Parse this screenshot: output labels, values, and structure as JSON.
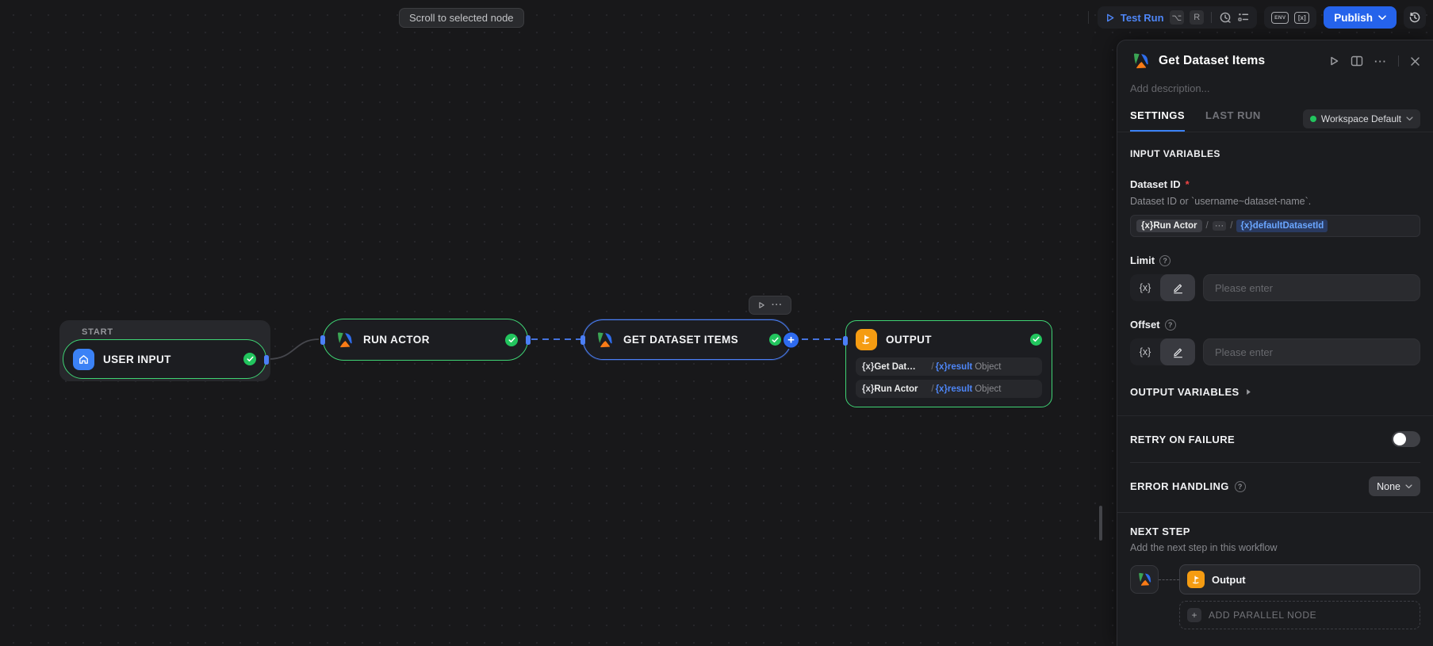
{
  "colors": {
    "accent_blue": "#3b82f6",
    "selected_blue": "#4b7ff7",
    "green": "#22c55e",
    "orange": "#f59c12",
    "publish_blue": "#2563eb"
  },
  "topbar": {
    "scroll_button": "Scroll to selected node",
    "test_run": {
      "label": "Test Run",
      "key1": "⌥",
      "key2": "R"
    },
    "publish_label": "Publish",
    "icons": {
      "run": "play",
      "schedule": "stopwatch",
      "steps": "checklist",
      "env": "ENV",
      "variables": "[x]",
      "history": "restore-clock"
    }
  },
  "canvas": {
    "start_label": "START",
    "nodes": {
      "user_input": {
        "title": "USER INPUT"
      },
      "run_actor": {
        "title": "RUN ACTOR"
      },
      "get_dataset": {
        "title": "GET DATASET ITEMS"
      },
      "output": {
        "title": "OUTPUT",
        "rows": [
          {
            "prefix": "{x}",
            "name": "Get Dat…",
            "sep": "/",
            "var": "{x}result",
            "type": "Object"
          },
          {
            "prefix": "{x}",
            "name": "Run Actor",
            "sep": "/",
            "var": "{x}result",
            "type": "Object"
          }
        ]
      }
    },
    "toolbar_dots": "···",
    "plus": "+"
  },
  "panel": {
    "title": "Get Dataset Items",
    "description_placeholder": "Add description...",
    "tabs": {
      "settings": "SETTINGS",
      "last_run": "LAST RUN"
    },
    "workspace": "Workspace Default",
    "input_variables": {
      "heading": "INPUT VARIABLES",
      "dataset_id": {
        "label": "Dataset ID",
        "required": "*",
        "hint": "Dataset ID or `username~dataset-name`.",
        "tokens": {
          "source": "{x}Run Actor",
          "sep1": "/",
          "ellipsis": "···",
          "sep2": "/",
          "variable": "{x}defaultDatasetId"
        }
      },
      "limit": {
        "label": "Limit",
        "fx": "{x}",
        "placeholder": "Please enter"
      },
      "offset": {
        "label": "Offset",
        "fx": "{x}",
        "placeholder": "Please enter"
      }
    },
    "output_variables_heading": "OUTPUT VARIABLES",
    "retry_heading": "RETRY ON FAILURE",
    "error_handling": {
      "heading": "ERROR HANDLING",
      "value": "None"
    },
    "next_step": {
      "heading": "NEXT STEP",
      "subtitle": "Add the next step in this workflow",
      "node_label": "Output",
      "add_parallel": "ADD PARALLEL NODE"
    },
    "header_dots": "···"
  }
}
